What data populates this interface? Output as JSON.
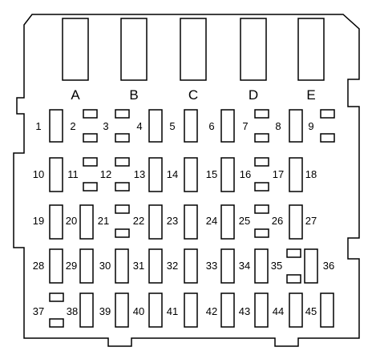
{
  "relays": [
    "A",
    "B",
    "C",
    "D",
    "E"
  ],
  "fuses": [
    "1",
    "2",
    "3",
    "4",
    "5",
    "6",
    "7",
    "8",
    "9",
    "10",
    "11",
    "12",
    "13",
    "14",
    "15",
    "16",
    "17",
    "18",
    "19",
    "20",
    "21",
    "22",
    "23",
    "24",
    "25",
    "26",
    "27",
    "28",
    "29",
    "30",
    "31",
    "32",
    "33",
    "34",
    "35",
    "36",
    "37",
    "38",
    "39",
    "40",
    "41",
    "42",
    "43",
    "44",
    "45"
  ]
}
